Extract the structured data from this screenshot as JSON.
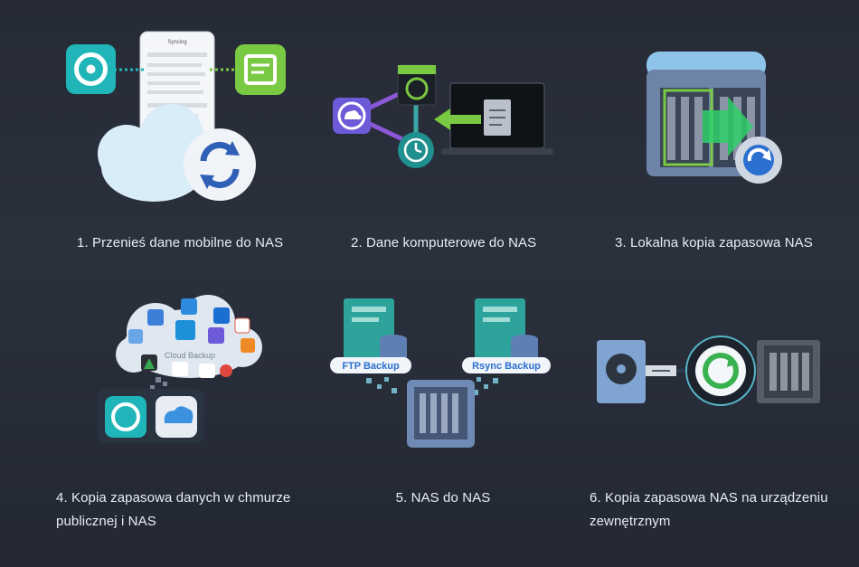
{
  "items": [
    {
      "caption": "1. Przenieś dane mobilne do NAS"
    },
    {
      "caption": "2. Dane komputerowe do NAS"
    },
    {
      "caption": "3. Lokalna kopia zapasowa NAS"
    },
    {
      "caption": "4. Kopia zapasowa danych w chmurze publicznej i NAS"
    },
    {
      "caption": "5. NAS do NAS"
    },
    {
      "caption": "6. Kopia zapasowa NAS na urządzeniu zewnętrznym"
    }
  ],
  "labels": {
    "phone_header": "Syncing",
    "cloud_backup": "Cloud Backup",
    "ftp_backup": "FTP Backup",
    "rsync_backup": "Rsync Backup"
  },
  "colors": {
    "teal": "#1fb5b9",
    "green": "#7ac943",
    "purple": "#6d5ad8",
    "blue": "#3b7fd9",
    "nas_grey": "#8b919b"
  }
}
